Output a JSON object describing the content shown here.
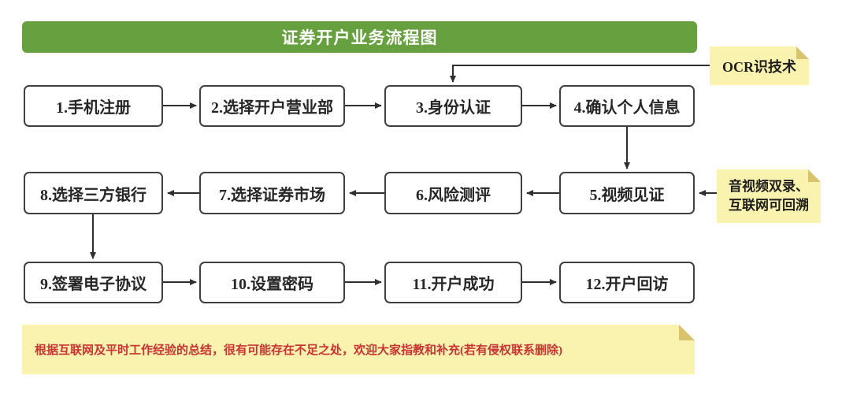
{
  "title": "证券开户业务流程图",
  "flow": {
    "steps": [
      {
        "label": "1.手机注册"
      },
      {
        "label": "2.选择开户营业部"
      },
      {
        "label": "3.身份认证"
      },
      {
        "label": "4.确认个人信息"
      },
      {
        "label": "5.视频见证"
      },
      {
        "label": "6.风险测评"
      },
      {
        "label": "7.选择证券市场"
      },
      {
        "label": "8.选择三方银行"
      },
      {
        "label": "9.签署电子协议"
      },
      {
        "label": "10.设置密码"
      },
      {
        "label": "11.开户成功"
      },
      {
        "label": "12.开户回访"
      }
    ]
  },
  "notes": {
    "ocr": "OCR识技术",
    "video_line1": "音视频双录、",
    "video_line2": "互联网可回溯",
    "disclaimer": "根据互联网及平时工作经验的总结，很有可能存在不足之处，欢迎大家指教和补充(若有侵权联系删除)"
  },
  "colors": {
    "header_green": "#67a03f",
    "note_yellow": "#faf3b0",
    "note_fold": "#d9c46e",
    "box_border": "#3f3f3f",
    "arrow": "#2f2f2f",
    "disclaimer_red": "#cc3333"
  }
}
